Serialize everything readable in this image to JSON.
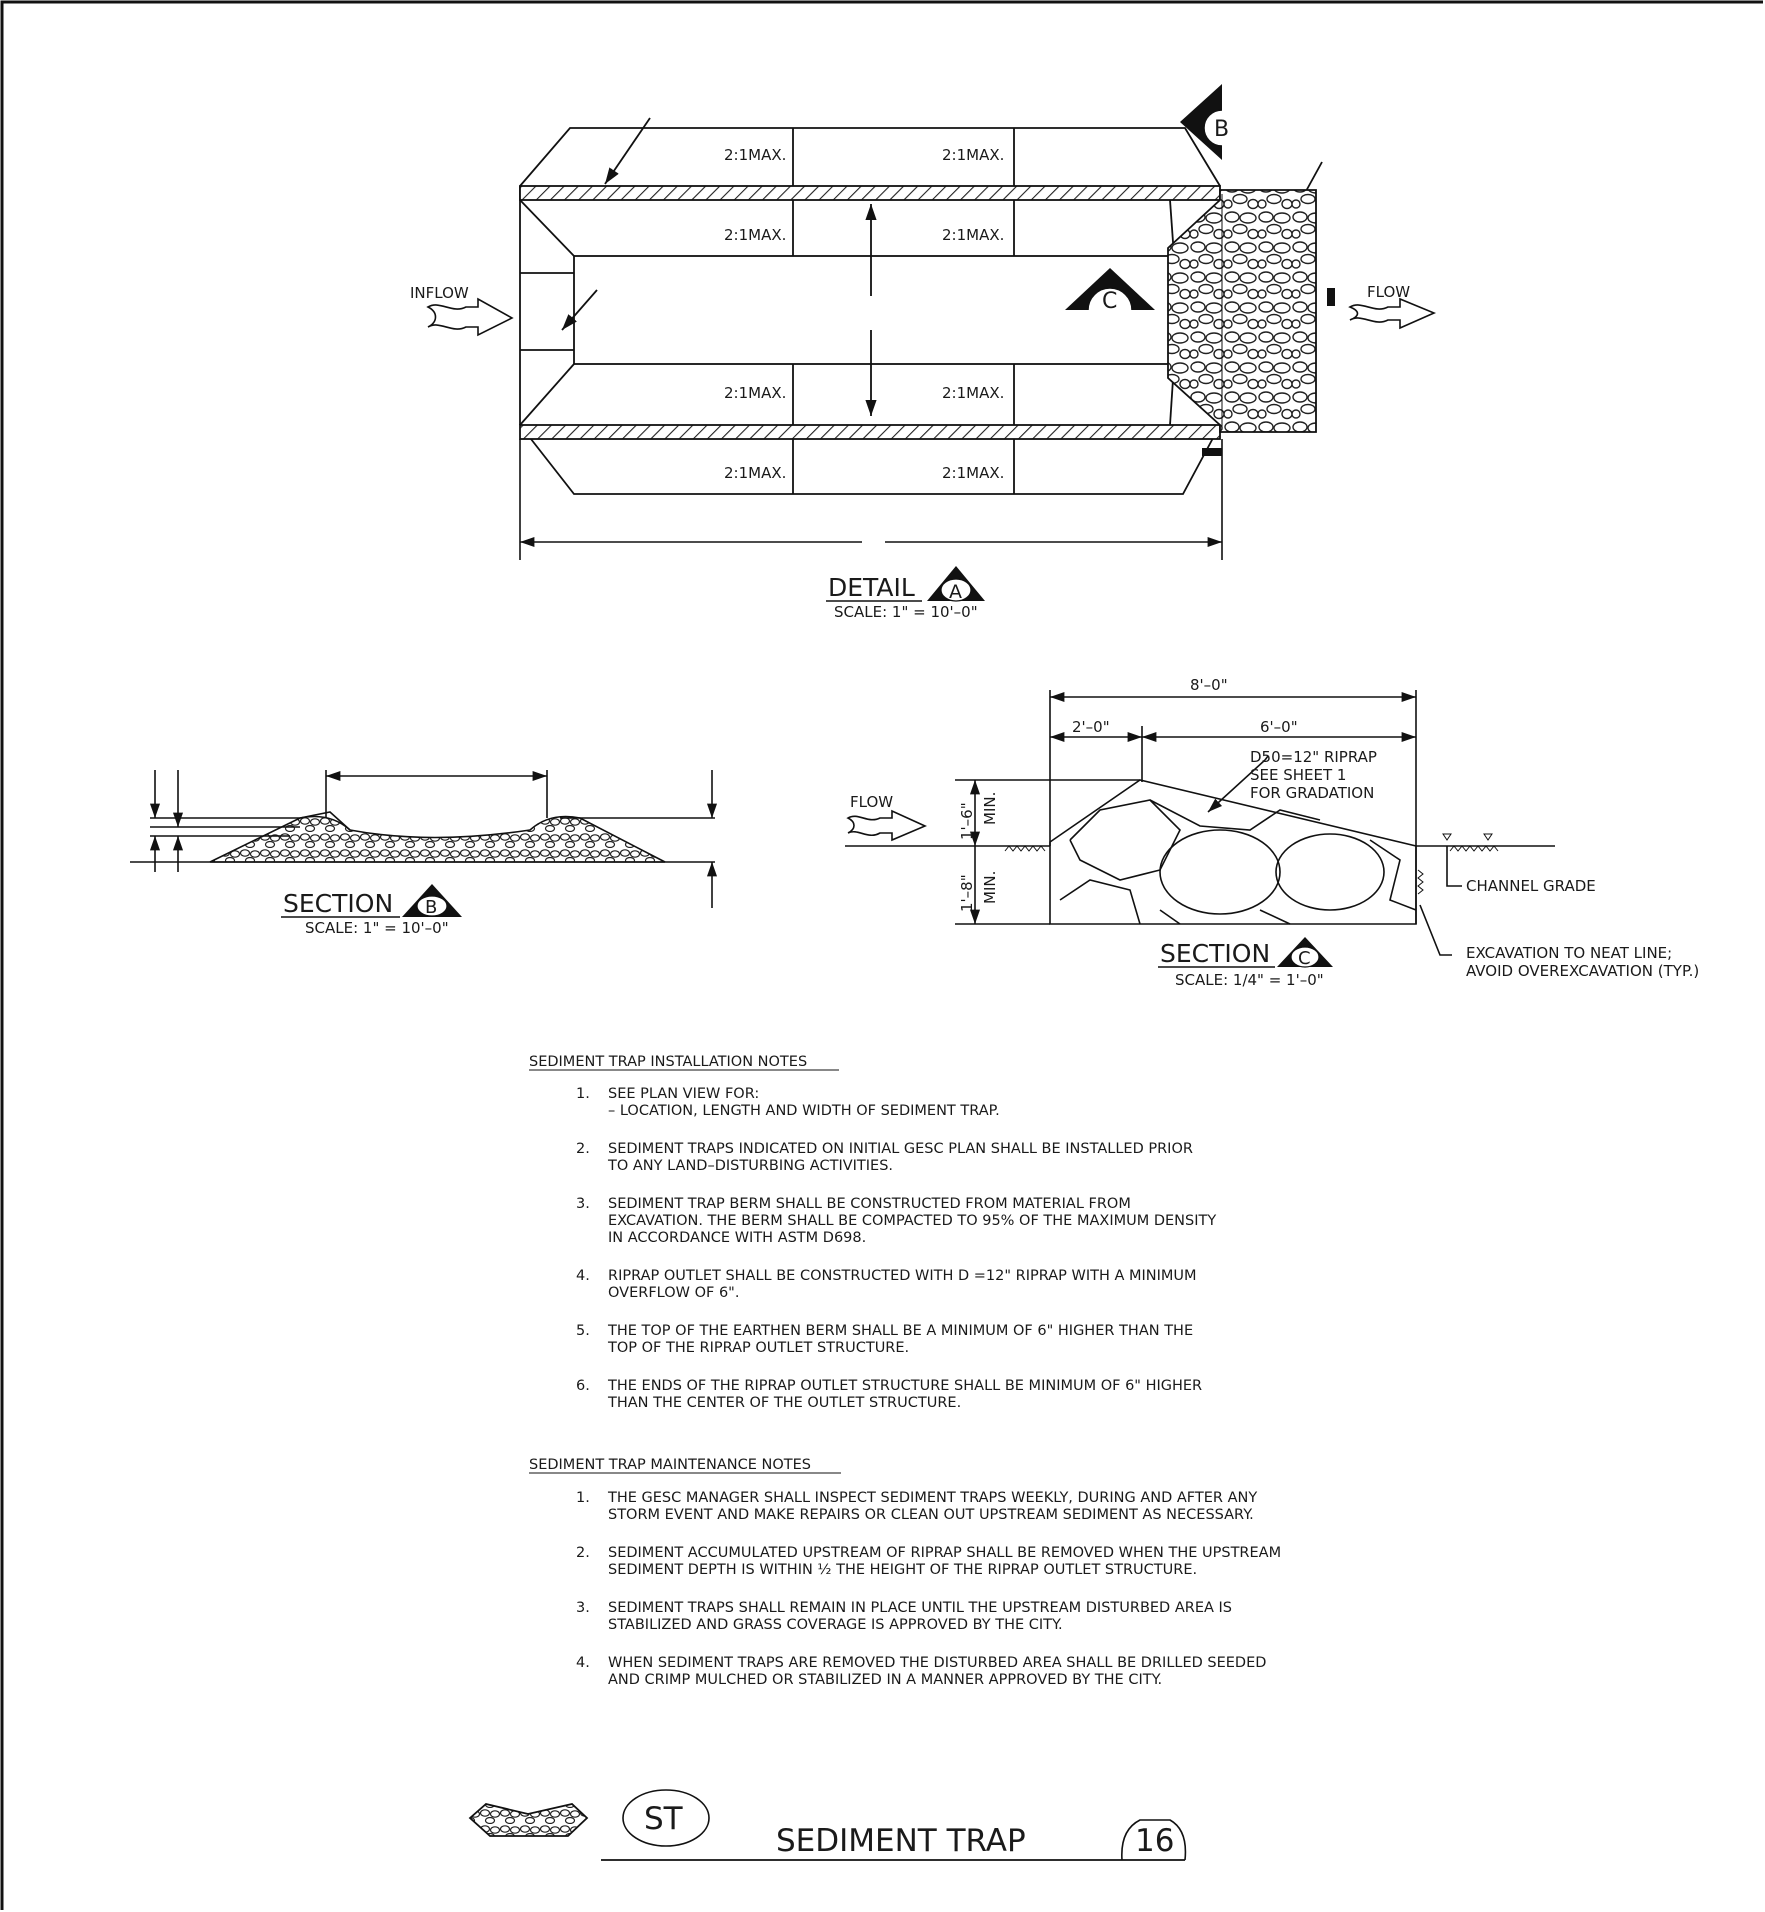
{
  "detail_a": {
    "slope_label": "2:1MAX.",
    "inflow_label": "INFLOW",
    "flow_label": "FLOW",
    "marker_b": "B",
    "marker_c": "C",
    "title": "DETAIL",
    "marker": "A",
    "scale": "SCALE: 1\" = 10'–0\""
  },
  "section_b": {
    "title": "SECTION",
    "marker": "B",
    "scale": "SCALE: 1\" = 10'–0\""
  },
  "section_c": {
    "dim_total": "8'–0\"",
    "dim_left": "2'–0\"",
    "dim_right": "6'–0\"",
    "riprap_line1": "D50=12\" RIPRAP",
    "riprap_line2": "SEE SHEET 1",
    "riprap_line3": "FOR GRADATION",
    "flow_label": "FLOW",
    "dim_upper": "1'–6\"",
    "dim_lower": "1'–8\"",
    "min_label": "MIN.",
    "channel_grade": "CHANNEL GRADE",
    "excavation_line1": "EXCAVATION TO NEAT LINE;",
    "excavation_line2": "AVOID OVEREXCAVATION (TYP.)",
    "title": "SECTION",
    "marker": "C",
    "scale": "SCALE: 1/4\" = 1'–0\""
  },
  "installation_notes": {
    "heading": "SEDIMENT TRAP INSTALLATION NOTES",
    "items": [
      {
        "num": "1.",
        "lines": [
          "SEE PLAN VIEW FOR:",
          "– LOCATION, LENGTH AND WIDTH OF SEDIMENT TRAP."
        ]
      },
      {
        "num": "2.",
        "lines": [
          "SEDIMENT TRAPS INDICATED ON INITIAL GESC PLAN SHALL BE INSTALLED PRIOR",
          "TO ANY LAND–DISTURBING ACTIVITIES."
        ]
      },
      {
        "num": "3.",
        "lines": [
          "SEDIMENT TRAP BERM SHALL BE CONSTRUCTED FROM MATERIAL FROM",
          "EXCAVATION. THE BERM SHALL BE COMPACTED TO 95% OF THE MAXIMUM DENSITY",
          "IN ACCORDANCE WITH ASTM D698."
        ]
      },
      {
        "num": "4.",
        "lines": [
          "RIPRAP OUTLET SHALL BE CONSTRUCTED WITH D =12\" RIPRAP WITH A MINIMUM",
          "OVERFLOW OF 6\"."
        ]
      },
      {
        "num": "5.",
        "lines": [
          "THE TOP OF THE EARTHEN BERM SHALL BE A MINIMUM OF 6\" HIGHER THAN THE",
          "TOP OF THE RIPRAP OUTLET STRUCTURE."
        ]
      },
      {
        "num": "6.",
        "lines": [
          "THE ENDS OF THE RIPRAP OUTLET STRUCTURE SHALL BE MINIMUM OF 6\" HIGHER",
          "THAN THE CENTER OF THE OUTLET STRUCTURE."
        ]
      }
    ]
  },
  "maintenance_notes": {
    "heading": "SEDIMENT TRAP MAINTENANCE NOTES",
    "items": [
      {
        "num": "1.",
        "lines": [
          "THE GESC MANAGER SHALL INSPECT SEDIMENT TRAPS WEEKLY, DURING AND AFTER ANY",
          "STORM EVENT AND MAKE REPAIRS OR CLEAN OUT UPSTREAM SEDIMENT AS NECESSARY."
        ]
      },
      {
        "num": "2.",
        "lines": [
          "SEDIMENT ACCUMULATED UPSTREAM OF RIPRAP SHALL BE REMOVED WHEN THE UPSTREAM",
          "SEDIMENT DEPTH IS WITHIN ½ THE HEIGHT OF THE RIPRAP OUTLET STRUCTURE."
        ]
      },
      {
        "num": "3.",
        "lines": [
          "SEDIMENT TRAPS SHALL REMAIN IN PLACE UNTIL THE UPSTREAM DISTURBED AREA IS",
          "STABILIZED AND GRASS COVERAGE IS APPROVED BY THE CITY."
        ]
      },
      {
        "num": "4.",
        "lines": [
          "WHEN SEDIMENT TRAPS ARE REMOVED THE DISTURBED AREA SHALL BE DRILLED SEEDED",
          "AND CRIMP MULCHED OR STABILIZED IN A MANNER APPROVED BY THE CITY."
        ]
      }
    ]
  },
  "title_block": {
    "symbol": "ST",
    "title": "SEDIMENT TRAP",
    "number": "16"
  }
}
